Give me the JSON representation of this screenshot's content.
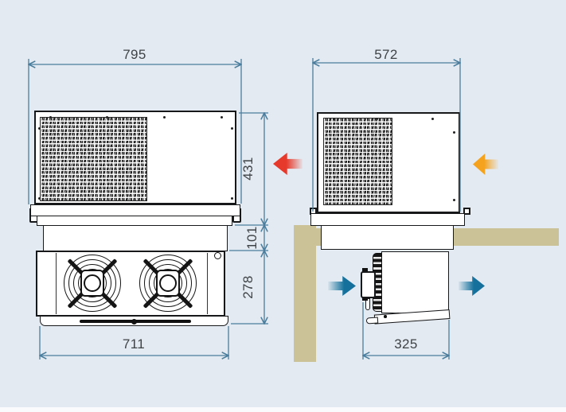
{
  "diagram": {
    "dimensions": {
      "left_top": "795",
      "left_height": "431",
      "left_recess": "101",
      "left_lower": "278",
      "left_bottom": "711",
      "right_top": "572",
      "right_bottom": "325"
    },
    "arrows": {
      "exhaust_air": {
        "icon": "arrow-left-icon",
        "color": "#e7392b"
      },
      "intake_air": {
        "icon": "arrow-left-icon",
        "color": "#f5a31e"
      },
      "cold_air_in": {
        "icon": "arrow-right-icon",
        "color": "#15719c"
      },
      "cold_air_out": {
        "icon": "arrow-right-icon",
        "color": "#15719c"
      }
    },
    "palette": {
      "background": "#e4eaf1",
      "drawing_line": "#17181a",
      "dimension_line": "#4a7d9d",
      "dimension_text": "#3e4347",
      "ceiling_wall": "#cbc298"
    }
  }
}
